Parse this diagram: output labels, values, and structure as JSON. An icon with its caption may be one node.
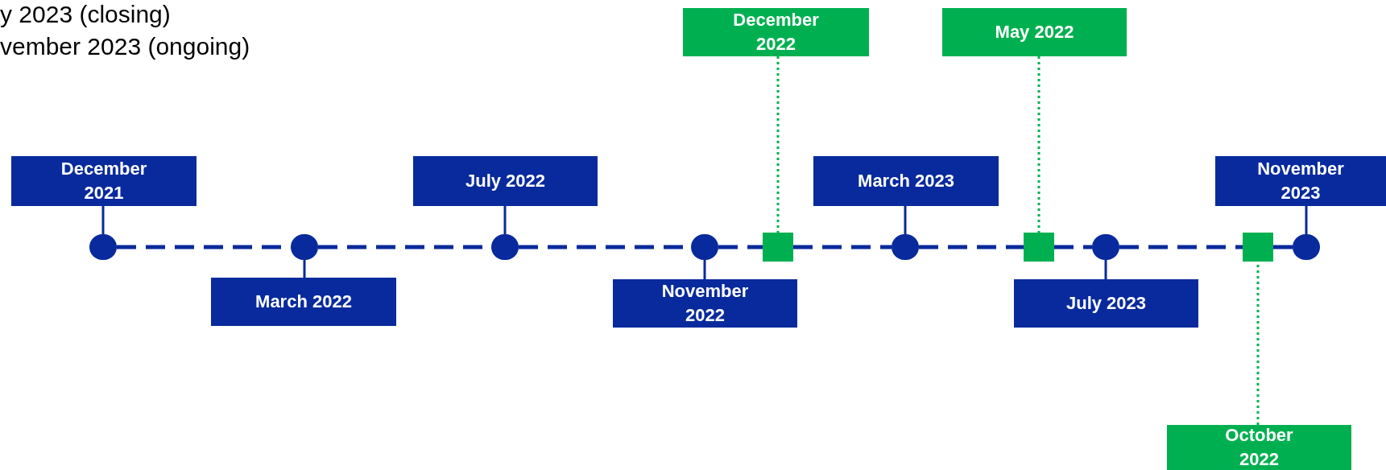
{
  "diagram": {
    "nodes": [
      {
        "text": [
          "December 2021"
        ]
      },
      {
        "text": [
          "March 2022"
        ]
      },
      {
        "text": [
          "July 2022"
        ]
      },
      {
        "text": [
          "November 2022"
        ]
      },
      {
        "text": [
          "December 2022"
        ]
      },
      {
        "text": [
          "May 2022"
        ]
      },
      {
        "text": [
          "March 2023"
        ]
      },
      {
        "text": [
          "July 2023"
        ]
      },
      {
        "text": [
          "October 2022"
        ]
      },
      {
        "text": [
          "November 2023"
        ]
      },
      {
        "text": [],
        "shape": "circle"
      },
      {
        "text": [],
        "shape": "circle"
      },
      {
        "text": [],
        "shape": "circle"
      },
      {
        "text": [],
        "shape": "circle"
      },
      {
        "text": [],
        "shape": "box"
      },
      {
        "text": [],
        "shape": "circle"
      },
      {
        "text": [],
        "shape": "box"
      },
      {
        "text": [],
        "shape": "circle"
      },
      {
        "text": [],
        "shape": "box"
      },
      {
        "text": [],
        "shape": "circle"
      }
    ],
    "edges": [
      {
        "from": 0,
        "to": 10,
        "arrow": "none"
      },
      {
        "from": 1,
        "to": 11,
        "arrow": "none"
      },
      {
        "from": 2,
        "to": 12,
        "arrow": "none"
      },
      {
        "from": 3,
        "to": 13,
        "arrow": "none"
      },
      {
        "from": 4,
        "to": 14,
        "arrow": "none",
        "style": "dashed",
        "color": "#00b050"
      },
      {
        "from": 5,
        "to": 16,
        "arrow": "none",
        "style": "dashed",
        "color": "#00b050"
      },
      {
        "from": 6,
        "to": 15,
        "arrow": "none"
      },
      {
        "from": 7,
        "to": 17,
        "arrow": "none"
      },
      {
        "from": 8,
        "to": 18,
        "arrow": "none",
        "style": "dashed",
        "color": "#00b050"
      },
      {
        "from": 9,
        "to": 19,
        "arrow": "none"
      },
      {
        "from": 10,
        "to": 11,
        "arrow": "none",
        "style": "dashed"
      },
      {
        "from": 11,
        "to": 12,
        "arrow": "none",
        "style": "dashed"
      },
      {
        "from": 12,
        "to": 13,
        "arrow": "none",
        "style": "dashed"
      },
      {
        "from": 13,
        "to": 14,
        "arrow": "none",
        "style": "dashed"
      },
      {
        "from": 14,
        "to": 15,
        "arrow": "none",
        "style": "dashed"
      },
      {
        "from": 15,
        "to": 16,
        "arrow": "none",
        "style": "dashed"
      },
      {
        "from": 16,
        "to": 17,
        "arrow": "none",
        "style": "dashed"
      },
      {
        "from": 17,
        "to": 18,
        "arrow": "none",
        "style": "dashed"
      },
      {
        "from": 18,
        "to": 19,
        "arrow": "none"
      }
    ],
    "labels": [
      "y 2023 (closing)",
      "vember 2023 (ongoing)"
    ]
  }
}
